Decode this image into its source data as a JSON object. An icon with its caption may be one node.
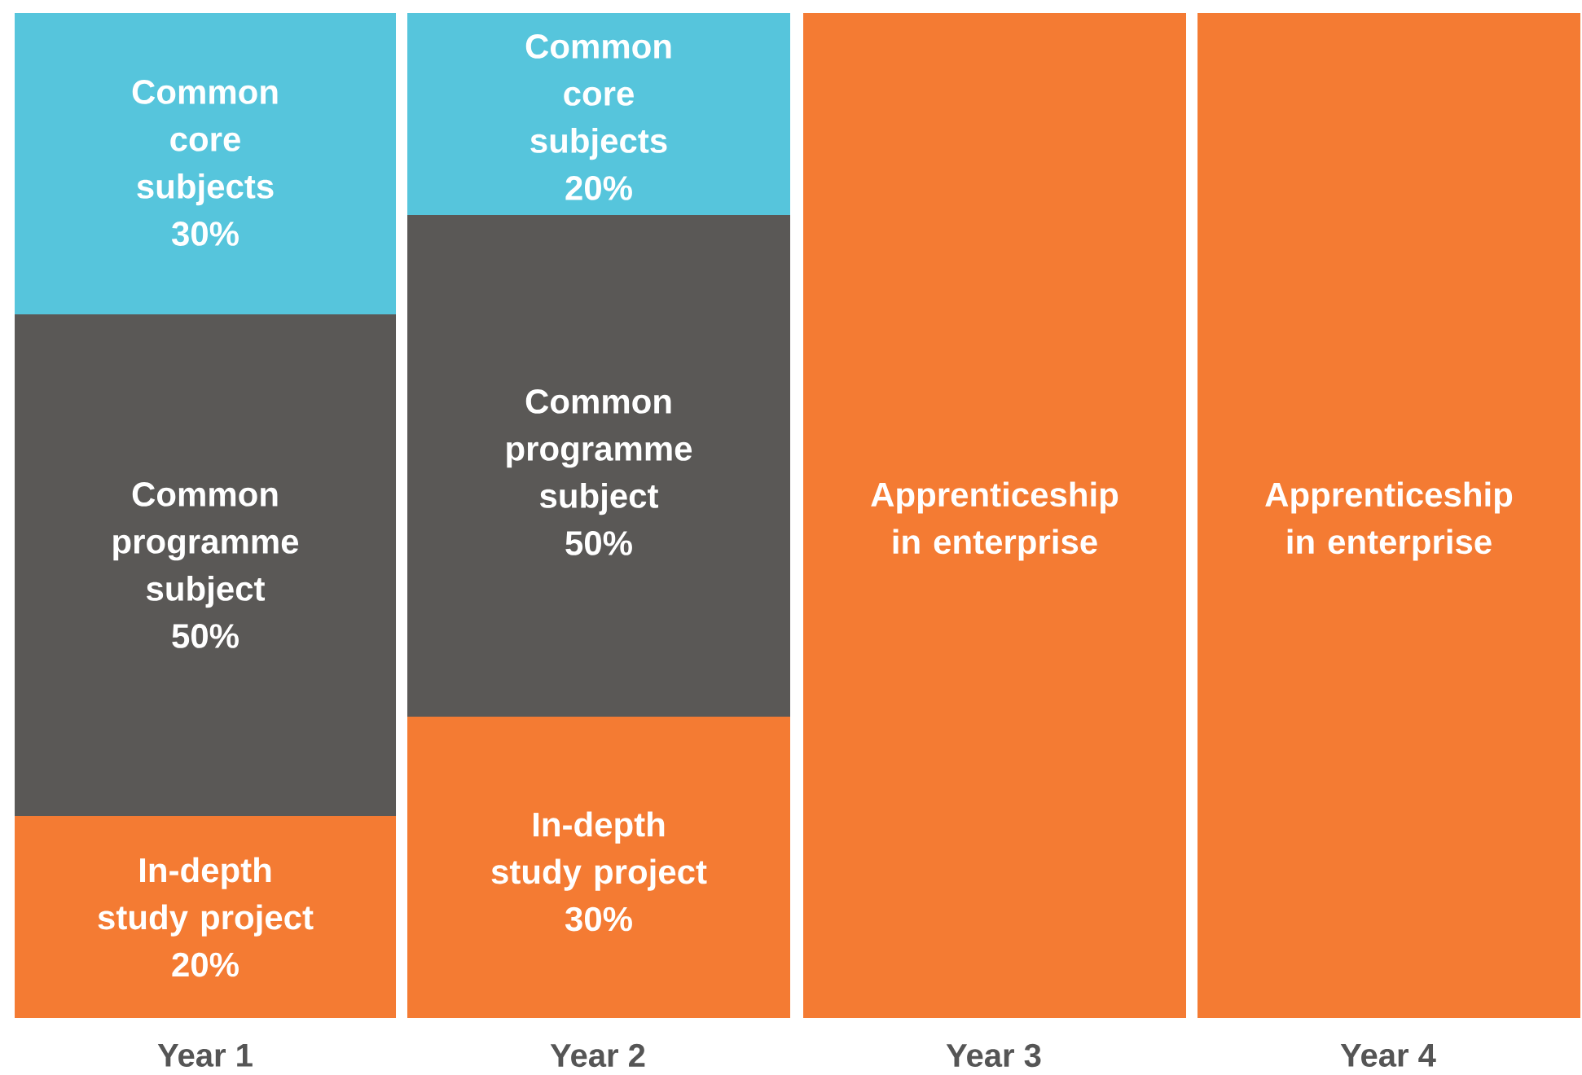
{
  "diagram": {
    "nodes": [
      {
        "text": [
          "Common core subjects",
          "30%"
        ]
      },
      {
        "text": [
          "Common programme subject",
          "50%"
        ]
      },
      {
        "text": [
          "In-depth study project",
          "20%"
        ]
      },
      {
        "text": [
          "Common core subjects",
          "20%"
        ]
      },
      {
        "text": [
          "Common programme subject",
          "50%"
        ]
      },
      {
        "text": [
          "In-depth study project",
          "30%"
        ]
      },
      {
        "text": [
          "Apprenticeship in enterprise"
        ]
      },
      {
        "text": [
          "Apprenticeship in enterprise"
        ]
      }
    ],
    "labels": [
      "Year 1",
      "Year 2",
      "Year 3",
      "Year 4"
    ]
  }
}
